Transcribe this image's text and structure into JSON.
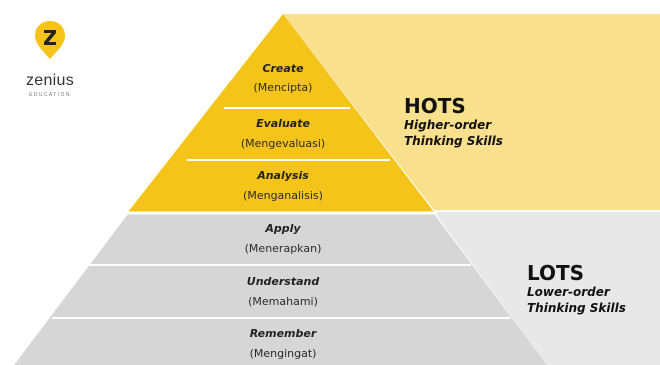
{
  "logo": {
    "name": "zenius",
    "tagline": "EDUCATION"
  },
  "pyramid": {
    "levels": [
      {
        "title": "Create",
        "subtitle": "(Mencipta)",
        "group": "hots"
      },
      {
        "title": "Evaluate",
        "subtitle": "(Mengevaluasi)",
        "group": "hots"
      },
      {
        "title": "Analysis",
        "subtitle": "(Menganalisis)",
        "group": "hots"
      },
      {
        "title": "Apply",
        "subtitle": "(Menerapkan)",
        "group": "lots"
      },
      {
        "title": "Understand",
        "subtitle": "(Memahami)",
        "group": "lots"
      },
      {
        "title": "Remember",
        "subtitle": "(Mengingat)",
        "group": "lots"
      }
    ]
  },
  "hots": {
    "title": "HOTS",
    "subtitle_line1": "Higher-order",
    "subtitle_line2": "Thinking Skills"
  },
  "lots": {
    "title": "LOTS",
    "subtitle_line1": "Lower-order",
    "subtitle_line2": "Thinking Skills"
  },
  "colors": {
    "hots_pyramid": "#F5C41A",
    "hots_band": "#F9E08C",
    "lots_pyramid": "#D6D6D6",
    "lots_band": "#E8E8E8",
    "separator": "#FFFFFF",
    "logo_badge": "#F5C41A"
  }
}
